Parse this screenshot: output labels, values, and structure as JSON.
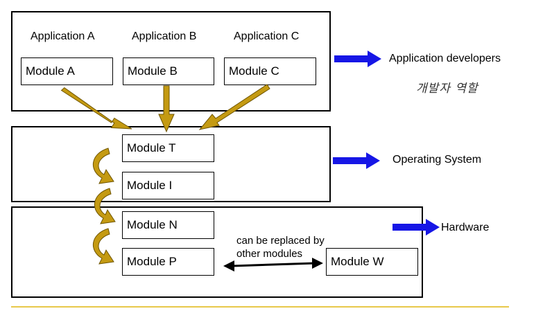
{
  "layers": {
    "application": {
      "apps": [
        {
          "app_label": "Application A",
          "module_label": "Module A"
        },
        {
          "app_label": "Application B",
          "module_label": "Module B"
        },
        {
          "app_label": "Application C",
          "module_label": "Module C"
        }
      ]
    },
    "os": {
      "modules": [
        "Module T",
        "Module I"
      ]
    },
    "hardware": {
      "modules": [
        "Module N",
        "Module P"
      ],
      "replacement_module": "Module W",
      "replace_note_line1": "can be replaced by",
      "replace_note_line2": "other modules"
    }
  },
  "side_labels": {
    "application_developers": "Application developers",
    "operating_system": "Operating System",
    "hardware": "Hardware"
  },
  "handwritten_note": "개발자 역할",
  "colors": {
    "flow_arrow_fill": "#C49A12",
    "flow_arrow_stroke": "#6E5400",
    "side_arrow": "#1616E6",
    "footer_line": "#E8C84A"
  }
}
